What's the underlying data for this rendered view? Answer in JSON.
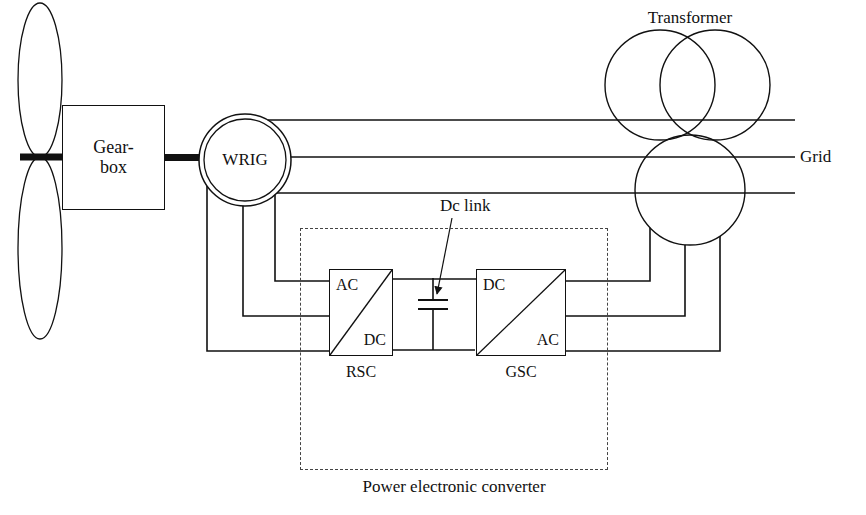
{
  "diagram": {
    "nodes": [
      {
        "text": [
          "Gear- box"
        ]
      },
      {
        "text": [
          "WRIG"
        ]
      },
      {
        "text": [
          "Transformer"
        ]
      },
      {
        "text": [
          "Power electronic converter"
        ]
      },
      {
        "text": [
          "AC",
          "DC",
          "RSC"
        ],
        "in": 3
      },
      {
        "text": [
          "DC",
          "AC",
          "GSC"
        ],
        "in": 3
      }
    ],
    "edges": [
      {
        "from": 0,
        "to": 1,
        "arrow": "none"
      },
      {
        "from": 1,
        "to": 2,
        "arrow": "none"
      },
      {
        "from": 1,
        "to": 2,
        "arrow": "none"
      },
      {
        "from": 1,
        "to": 2,
        "arrow": "none"
      },
      {
        "from": 1,
        "to": 4,
        "arrow": "none"
      },
      {
        "from": 1,
        "to": 4,
        "arrow": "none"
      },
      {
        "from": 1,
        "to": 4,
        "arrow": "none"
      },
      {
        "from": 4,
        "to": 5,
        "arrow": "none"
      },
      {
        "from": 5,
        "to": 2,
        "arrow": "none"
      },
      {
        "from": 5,
        "to": 2,
        "arrow": "none"
      },
      {
        "from": 5,
        "to": 2,
        "arrow": "none"
      }
    ],
    "labels": [
      "Dc link",
      "Grid"
    ]
  }
}
